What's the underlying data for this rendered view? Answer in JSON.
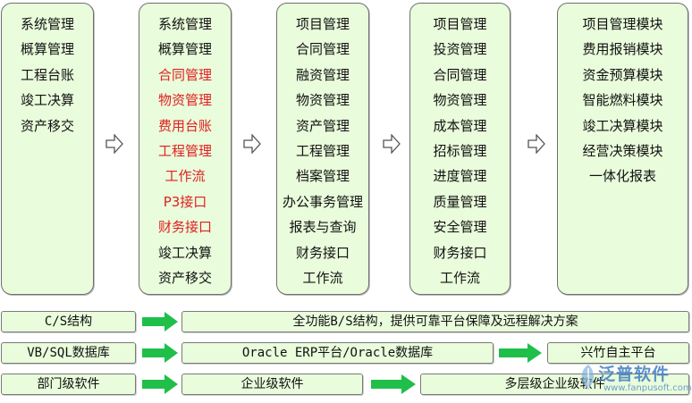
{
  "columns": [
    {
      "items": [
        {
          "label": "系统管理",
          "color": "#111111"
        },
        {
          "label": "概算管理",
          "color": "#111111"
        },
        {
          "label": "工程台账",
          "color": "#111111"
        },
        {
          "label": "竣工决算",
          "color": "#111111"
        },
        {
          "label": "资产移交",
          "color": "#111111"
        }
      ]
    },
    {
      "items": [
        {
          "label": "系统管理",
          "color": "#111111"
        },
        {
          "label": "概算管理",
          "color": "#111111"
        },
        {
          "label": "合同管理",
          "color": "#e02020"
        },
        {
          "label": "物资管理",
          "color": "#e02020"
        },
        {
          "label": "费用台账",
          "color": "#e02020"
        },
        {
          "label": "工程管理",
          "color": "#e02020"
        },
        {
          "label": "工作流",
          "color": "#e02020"
        },
        {
          "label": "P3接口",
          "color": "#e02020"
        },
        {
          "label": "财务接口",
          "color": "#e02020"
        },
        {
          "label": "竣工决算",
          "color": "#111111"
        },
        {
          "label": "资产移交",
          "color": "#111111"
        }
      ]
    },
    {
      "items": [
        {
          "label": "项目管理",
          "color": "#111111"
        },
        {
          "label": "合同管理",
          "color": "#111111"
        },
        {
          "label": "融资管理",
          "color": "#111111"
        },
        {
          "label": "物资管理",
          "color": "#111111"
        },
        {
          "label": "资产管理",
          "color": "#111111"
        },
        {
          "label": "工程管理",
          "color": "#111111"
        },
        {
          "label": "档案管理",
          "color": "#111111"
        },
        {
          "label": "办公事务管理",
          "color": "#111111"
        },
        {
          "label": "报表与查询",
          "color": "#111111"
        },
        {
          "label": "财务接口",
          "color": "#111111"
        },
        {
          "label": "工作流",
          "color": "#111111"
        }
      ]
    },
    {
      "items": [
        {
          "label": "项目管理",
          "color": "#111111"
        },
        {
          "label": "投资管理",
          "color": "#111111"
        },
        {
          "label": "合同管理",
          "color": "#111111"
        },
        {
          "label": "物资管理",
          "color": "#111111"
        },
        {
          "label": "成本管理",
          "color": "#111111"
        },
        {
          "label": "招标管理",
          "color": "#111111"
        },
        {
          "label": "进度管理",
          "color": "#111111"
        },
        {
          "label": "质量管理",
          "color": "#111111"
        },
        {
          "label": "安全管理",
          "color": "#111111"
        },
        {
          "label": "财务接口",
          "color": "#111111"
        },
        {
          "label": "工作流",
          "color": "#111111"
        }
      ]
    },
    {
      "items": [
        {
          "label": "项目管理模块",
          "color": "#111111"
        },
        {
          "label": "费用报销模块",
          "color": "#111111"
        },
        {
          "label": "资金预算模块",
          "color": "#111111"
        },
        {
          "label": "智能燃料模块",
          "color": "#111111"
        },
        {
          "label": "竣工决算模块",
          "color": "#111111"
        },
        {
          "label": "经营决策模块",
          "color": "#111111"
        },
        {
          "label": "一体化报表",
          "color": "#111111"
        }
      ]
    }
  ],
  "rows": [
    {
      "left": "C/S结构",
      "right": "全功能B/S结构，提供可靠平台保障及远程解决方案"
    },
    {
      "left": "VB/SQL数据库",
      "middle": "Oracle ERP平台/Oracle数据库",
      "right": "兴竹自主平台"
    },
    {
      "left": "部门级软件",
      "middle": "企业级软件",
      "right": "多层级企业级软件"
    }
  ],
  "logo": {
    "brand": "泛普软件",
    "url": "www.fanpusoft.com"
  },
  "colors": {
    "box_fill": "#e9fcdb",
    "highlight_red": "#e02020",
    "arrow_green": "#1fbf4a",
    "logo_blue": "#3f7fc0"
  },
  "icons": {
    "flow_arrow": "outline-right-arrow-icon",
    "row_arrow": "green-right-arrow-icon"
  }
}
